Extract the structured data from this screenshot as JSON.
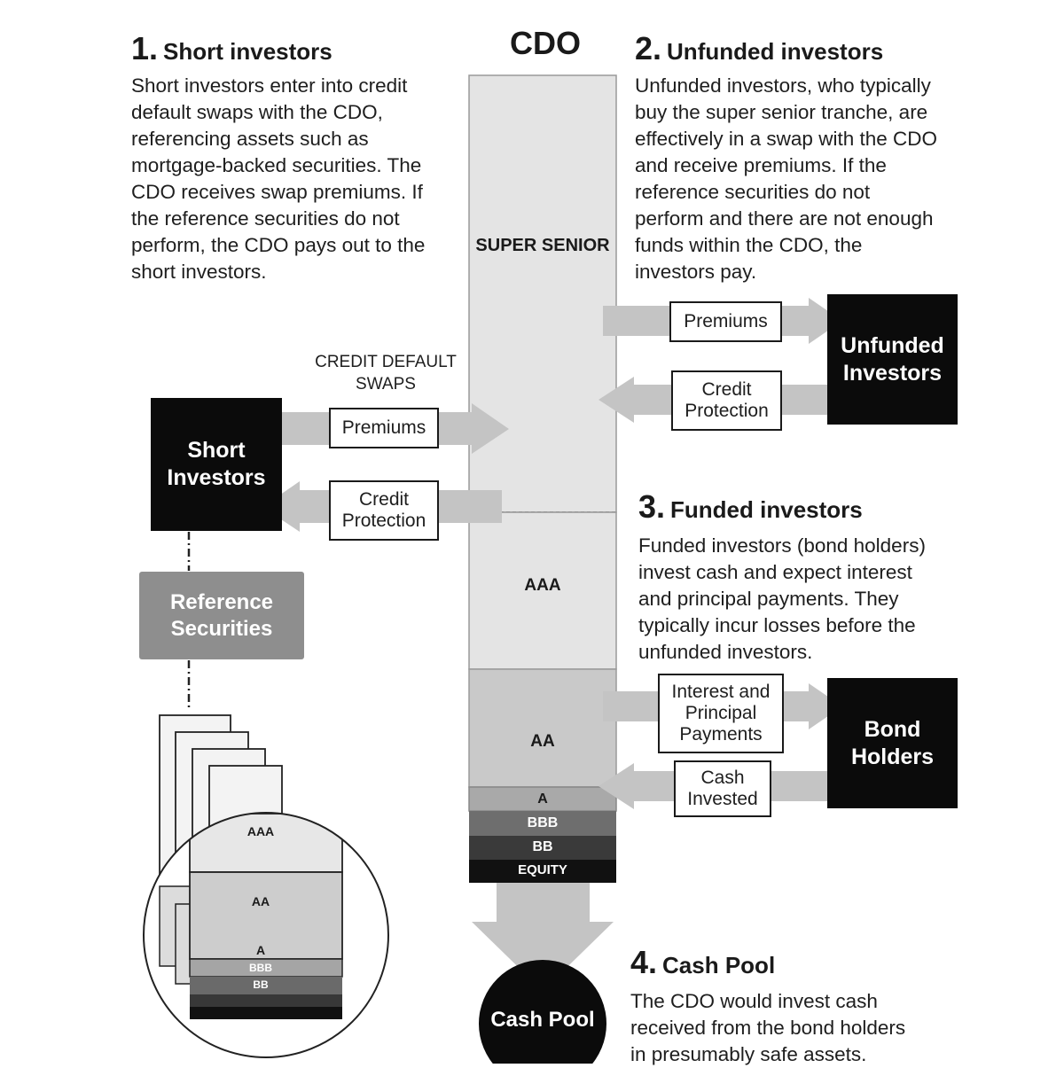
{
  "sections": {
    "short": {
      "number": "1.",
      "title": "Short investors",
      "body": "Short investors enter into credit\ndefault swaps with the CDO,\nreferencing assets such as\nmortgage-backed securities. The\nCDO receives swap premiums. If\nthe reference securities do not\nperform, the CDO pays out to the\nshort investors."
    },
    "unfunded": {
      "number": "2.",
      "title": "Unfunded investors",
      "body": "Unfunded investors, who typically\nbuy the super senior tranche, are\neffectively in a swap with the CDO\nand receive premiums. If the\nreference securities do not\nperform and there are not enough\nfunds within the CDO, the\ninvestors pay."
    },
    "funded": {
      "number": "3.",
      "title": "Funded investors",
      "body": "Funded investors (bond holders)\ninvest cash and expect interest\nand principal payments. They\ntypically incur losses before the\nunfunded investors."
    },
    "cashpool": {
      "number": "4.",
      "title": "Cash Pool",
      "body": "The CDO would invest cash\nreceived from the bond holders\nin presumably safe assets."
    }
  },
  "cdo": {
    "title": "CDO",
    "tranches": [
      "SUPER SENIOR",
      "AAA",
      "AA",
      "A",
      "BBB",
      "BB",
      "EQUITY"
    ],
    "colors": {
      "super_senior": "#e4e4e4",
      "aaa": "#e4e4e4",
      "aa": "#c9c9c9",
      "a": "#a9a9a9",
      "bbb": "#6e6e6e",
      "bb": "#3a3a3a",
      "equity": "#111111"
    }
  },
  "left": {
    "cds_caption": "CREDIT DEFAULT\nSWAPS",
    "short_box": "Short\nInvestors",
    "premiums": "Premiums",
    "credit_protection": "Credit\nProtection",
    "reference_securities": "Reference\nSecurities",
    "zoom_tranches": [
      "AAA",
      "AA",
      "A",
      "BBB",
      "BB"
    ]
  },
  "right": {
    "unfunded_box": "Unfunded\nInvestors",
    "premiums": "Premiums",
    "credit_protection": "Credit\nProtection",
    "bond_box": "Bond\nHolders",
    "interest": "Interest and\nPrincipal\nPayments",
    "cash_invested": "Cash\nInvested"
  },
  "cash_pool_label": "Cash Pool",
  "palette": {
    "arrow": "#c4c4c4",
    "black": "#0b0b0b",
    "grey_box": "#8e8e8e"
  }
}
